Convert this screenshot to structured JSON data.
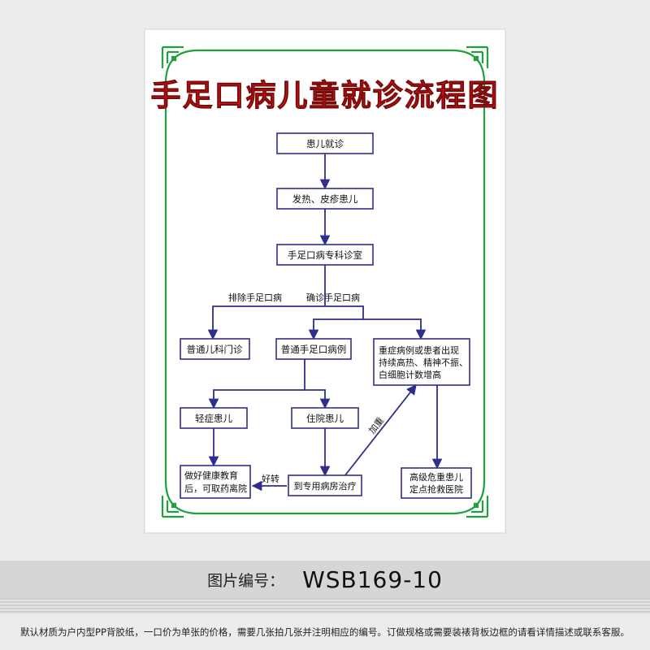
{
  "poster": {
    "title": "手足口病儿童就诊流程图",
    "colors": {
      "border": "#1fa03c",
      "title": "#e0141c",
      "flow": "#2e2e8c"
    }
  },
  "flow": {
    "nodes": {
      "visit": "患儿就诊",
      "fever": [
        "发热、皮疹患儿"
      ],
      "clinic": [
        "手足口病专科诊室"
      ],
      "general": [
        "普通儿科门诊"
      ],
      "common": [
        "普通手足口病例"
      ],
      "severe": [
        "重症病例或患者出现",
        "持续高热、精神不振、",
        "白细胞计数增高"
      ],
      "mild": [
        "轻症患儿"
      ],
      "hospital": [
        "住院患儿"
      ],
      "education": [
        "做好健康教育",
        "后，可取药离院"
      ],
      "ward": [
        "到专用病房治疗"
      ],
      "critical": [
        "高级危重患儿",
        "定点抢救医院"
      ]
    },
    "edge_labels": {
      "exclude": "排除手足口病",
      "confirm": "确诊手足口病",
      "improve": "好转",
      "worsen": "加重"
    }
  },
  "image_code": {
    "label": "图片编号：",
    "value": "WSB169-10"
  },
  "footer_note": "默认材质为户内型PP背胶纸，一口价为单张的价格，需要几张拍几张并注明相应的编号。订做规格或需要装裱背板边框的请看详情描述或联系客服。"
}
